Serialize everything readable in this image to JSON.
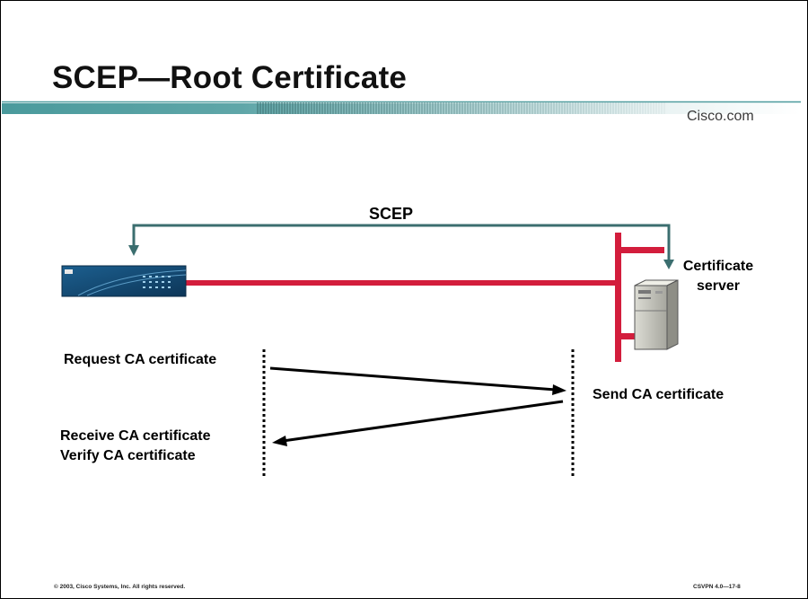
{
  "title": "SCEP—Root Certificate",
  "brand": "Cisco.com",
  "colors": {
    "teal": "#4a9a9c",
    "red": "#d31d3c",
    "arrow": "#3b6e6f"
  },
  "diagram": {
    "protocol_label": "SCEP",
    "server_label_line1": "Certificate",
    "server_label_line2": "server",
    "router_icon": "vpn-router-icon",
    "server_icon": "server-tower-icon",
    "steps": {
      "request": "Request CA certificate",
      "send": "Send CA certificate",
      "receive": "Receive CA certificate",
      "verify": "Verify CA certificate"
    }
  },
  "footer": {
    "copyright": "© 2003, Cisco Systems, Inc. All rights reserved.",
    "course": "CSVPN 4.0—17-8"
  }
}
